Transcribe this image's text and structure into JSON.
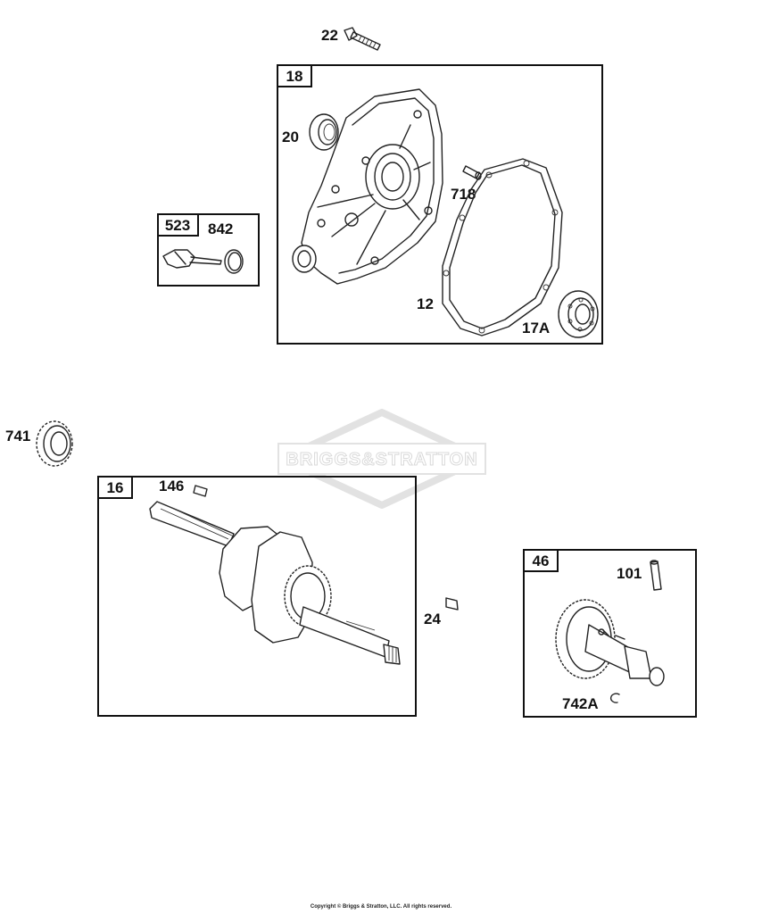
{
  "watermark": {
    "brand": "BRIGGS&STRATTON"
  },
  "callouts": [
    {
      "id": "22",
      "label": "22"
    },
    {
      "id": "18",
      "label": "18"
    },
    {
      "id": "20",
      "label": "20"
    },
    {
      "id": "718",
      "label": "718"
    },
    {
      "id": "12",
      "label": "12"
    },
    {
      "id": "17A",
      "label": "17A"
    },
    {
      "id": "523",
      "label": "523"
    },
    {
      "id": "842",
      "label": "842"
    },
    {
      "id": "741",
      "label": "741"
    },
    {
      "id": "16",
      "label": "16"
    },
    {
      "id": "146",
      "label": "146"
    },
    {
      "id": "24",
      "label": "24"
    },
    {
      "id": "46",
      "label": "46"
    },
    {
      "id": "101",
      "label": "101"
    },
    {
      "id": "742A",
      "label": "742A"
    }
  ],
  "footer": {
    "copyright": "Copyright © Briggs & Stratton, LLC. All rights reserved."
  }
}
